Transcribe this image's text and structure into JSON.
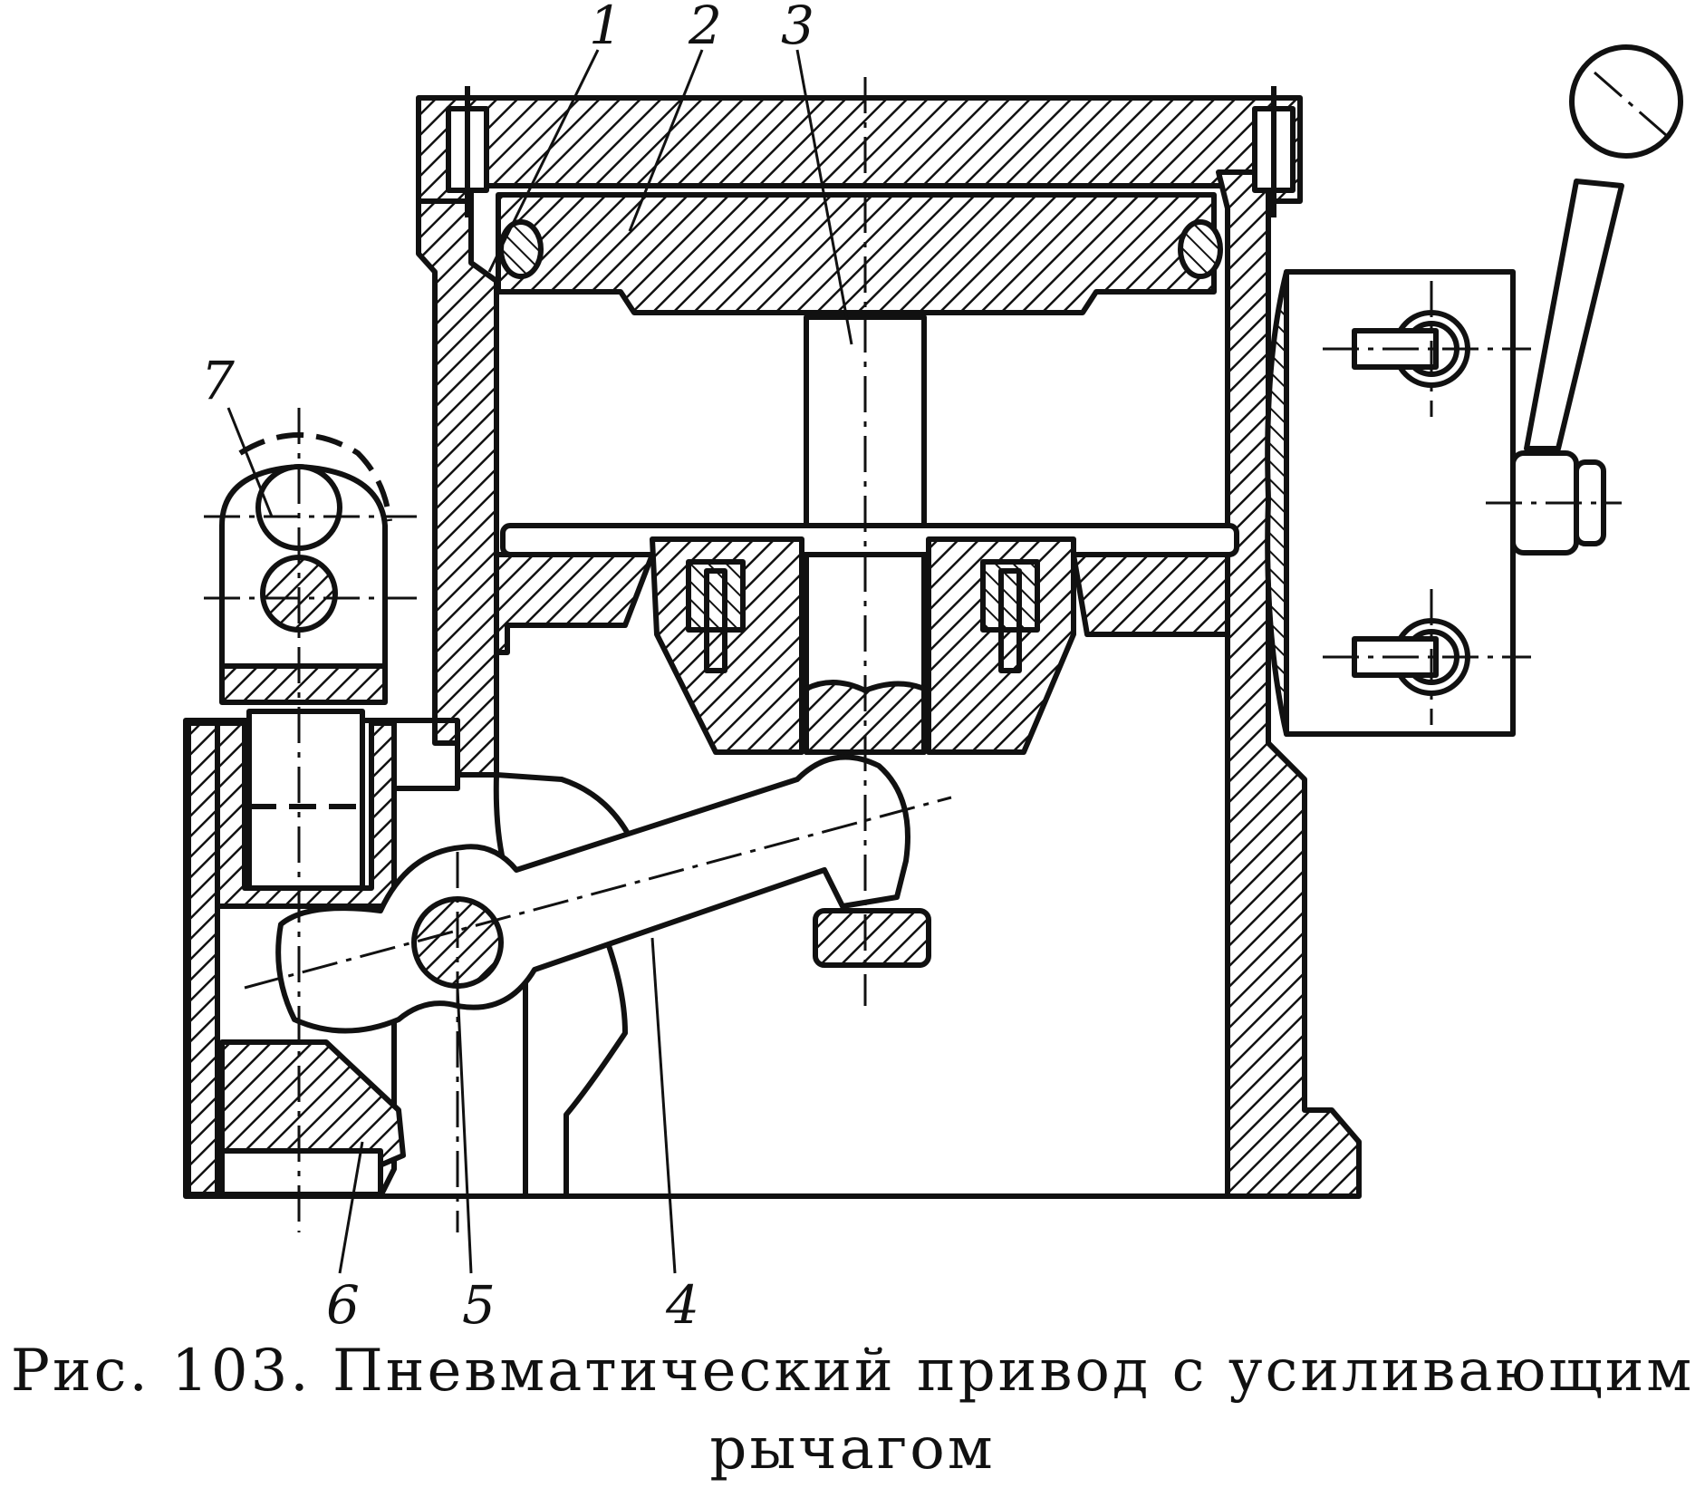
{
  "figure": {
    "callouts": [
      {
        "id": "1",
        "label": "1"
      },
      {
        "id": "2",
        "label": "2"
      },
      {
        "id": "3",
        "label": "3"
      },
      {
        "id": "4",
        "label": "4"
      },
      {
        "id": "5",
        "label": "5"
      },
      {
        "id": "6",
        "label": "6"
      },
      {
        "id": "7",
        "label": "7"
      }
    ],
    "caption_line1": "Рис. 103. Пневматический привод с усиливающим",
    "caption_line2": "рычагом",
    "colors": {
      "ink": "#111111",
      "paper": "#ffffff"
    }
  }
}
